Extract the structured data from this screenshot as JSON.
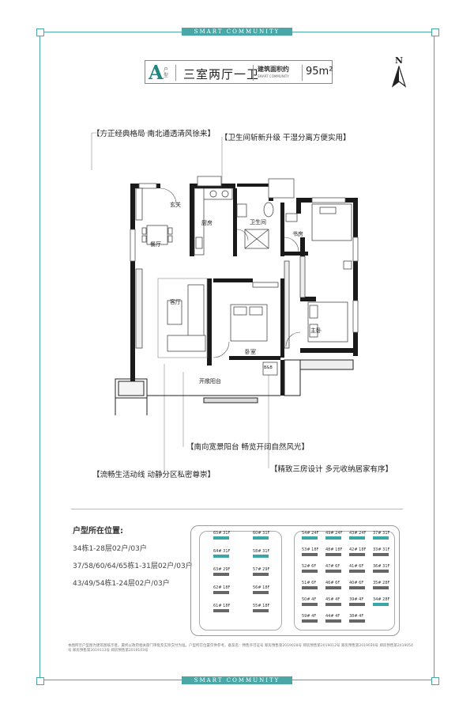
{
  "brand_band": {
    "top": "SMART COMMUNITY",
    "bottom": "SMART COMMUNITY"
  },
  "title": {
    "letter": "A",
    "letter_sub": "户型",
    "layout": "三室两厅一卫",
    "area_label": "建筑面积约",
    "area_label_en": "SMART COMMUNITY",
    "area_value": "95m²"
  },
  "north_label": "N",
  "callouts": {
    "top_left": "【方正经典格局 南北通透清风徐来】",
    "top_right": "【卫生间斩新升级 干湿分离方便实用】",
    "bottom_center": "【南向宽景阳台 畅览开阔自然风光】",
    "bottom_right": "【精致三房设计 多元收纳居家有序】",
    "bottom_left": "【流畅生活动线 动静分区私密尊崇】"
  },
  "rooms": {
    "entry": "玄关",
    "kitchen": "厨房",
    "bathroom": "卫生间",
    "study": "书房",
    "dining": "餐厅",
    "living": "客厅",
    "bedroom": "卧室",
    "master": "主卧",
    "balcony": "开敞阳台",
    "ac": "B&B"
  },
  "positions": {
    "title": "户型所在位置:",
    "lines": [
      "34栋1-28层02户/03户",
      "37/58/60/64/65栋1-31层02户/03户",
      "43/49/54栋1-24层02户/03户"
    ]
  },
  "site_map": {
    "left_buildings": [
      {
        "label": "65# 31F",
        "hl": true
      },
      {
        "label": "60# 31F",
        "hl": true
      },
      {
        "label": "64# 31F",
        "hl": true
      },
      {
        "label": "58# 31F",
        "hl": true
      },
      {
        "label": "63# 29F",
        "hl": false
      },
      {
        "label": "57# 29F",
        "hl": false
      },
      {
        "label": "62# 18F",
        "hl": false
      },
      {
        "label": "56# 18F",
        "hl": false
      },
      {
        "label": "61# 18F",
        "hl": false
      },
      {
        "label": "55# 18F",
        "hl": false
      }
    ],
    "right_buildings": [
      {
        "label": "54# 24F",
        "hl": true
      },
      {
        "label": "49# 24F",
        "hl": true
      },
      {
        "label": "43# 24F",
        "hl": true
      },
      {
        "label": "37# 31F",
        "hl": true
      },
      {
        "label": "53# 18F",
        "hl": false
      },
      {
        "label": "48# 18F",
        "hl": false
      },
      {
        "label": "42# 18F",
        "hl": false
      },
      {
        "label": "33# 31F",
        "hl": false
      },
      {
        "label": "52# 6F",
        "hl": false
      },
      {
        "label": "47# 6F",
        "hl": false
      },
      {
        "label": "41# 6F",
        "hl": false
      },
      {
        "label": "36# 31F",
        "hl": false
      },
      {
        "label": "51# 6F",
        "hl": false
      },
      {
        "label": "46# 6F",
        "hl": false
      },
      {
        "label": "40# 6F",
        "hl": false
      },
      {
        "label": "35# 28F",
        "hl": false
      },
      {
        "label": "50# 4F",
        "hl": false
      },
      {
        "label": "45# 4F",
        "hl": false
      },
      {
        "label": "39# 4F",
        "hl": false
      },
      {
        "label": "34# 28F",
        "hl": true
      },
      {
        "label": "59# 4F",
        "hl": false
      },
      {
        "label": "44# 4F",
        "hl": false
      },
      {
        "label": "38# 4F",
        "hl": false
      }
    ]
  },
  "disclaimer": "本图所示户型图为建筑图纸示意，最终以政府相关部门审批及实际交付为准。户型所在位置仅供参考。备案名：预售许可证号 郑房预售第2019028号 郑房预售第2019012号 郑房预售第2019030号 郑房预售第2019054号 郑房预售第2019113号 郑房预售第2019103号",
  "colors": {
    "accent": "#4aa7a7",
    "title_letter": "#26867f",
    "wall": "#1a1a1a"
  }
}
